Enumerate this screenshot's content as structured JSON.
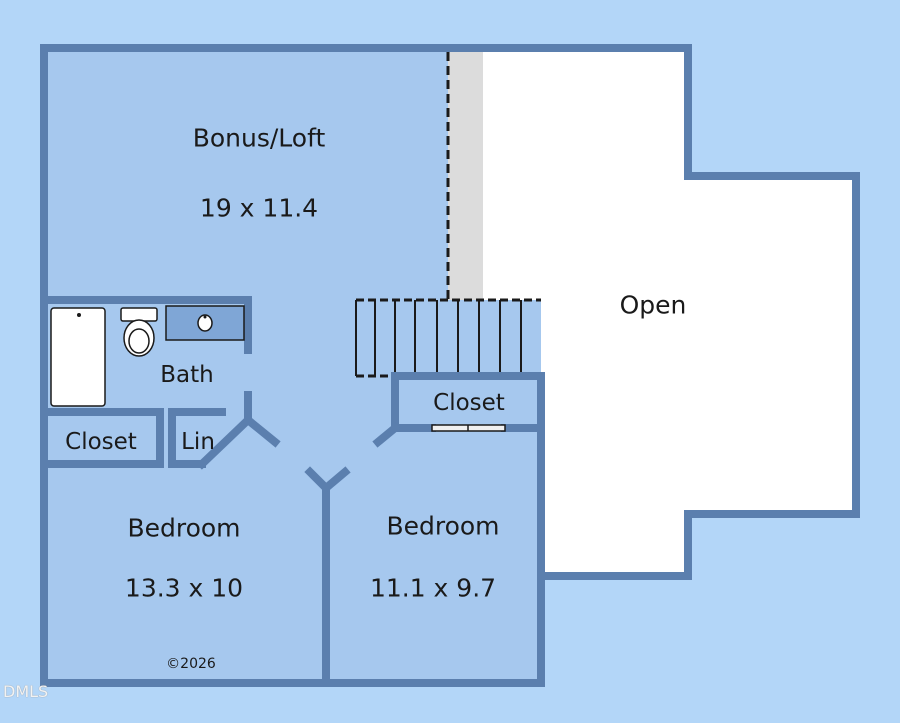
{
  "rooms": {
    "bonus_loft": {
      "name": "Bonus/Loft",
      "dims": "19 x 11.4"
    },
    "open": {
      "name": "Open"
    },
    "bath": {
      "name": "Bath"
    },
    "closet_upper": {
      "name": "Closet"
    },
    "closet_left": {
      "name": "Closet"
    },
    "linen": {
      "name": "Lin"
    },
    "bedroom_left": {
      "name": "Bedroom",
      "dims": "13.3 x 10"
    },
    "bedroom_right": {
      "name": "Bedroom",
      "dims": "11.1 x 9.7"
    }
  },
  "copyright": "©2026",
  "watermark": "DMLS",
  "colors": {
    "background": "#b3d6f8",
    "room_fill": "#a6c8ee",
    "wall": "#5b7fae",
    "open_fill": "#ffffff",
    "stair_gap": "#dcdcdc",
    "counter": "#7fa6d6"
  }
}
